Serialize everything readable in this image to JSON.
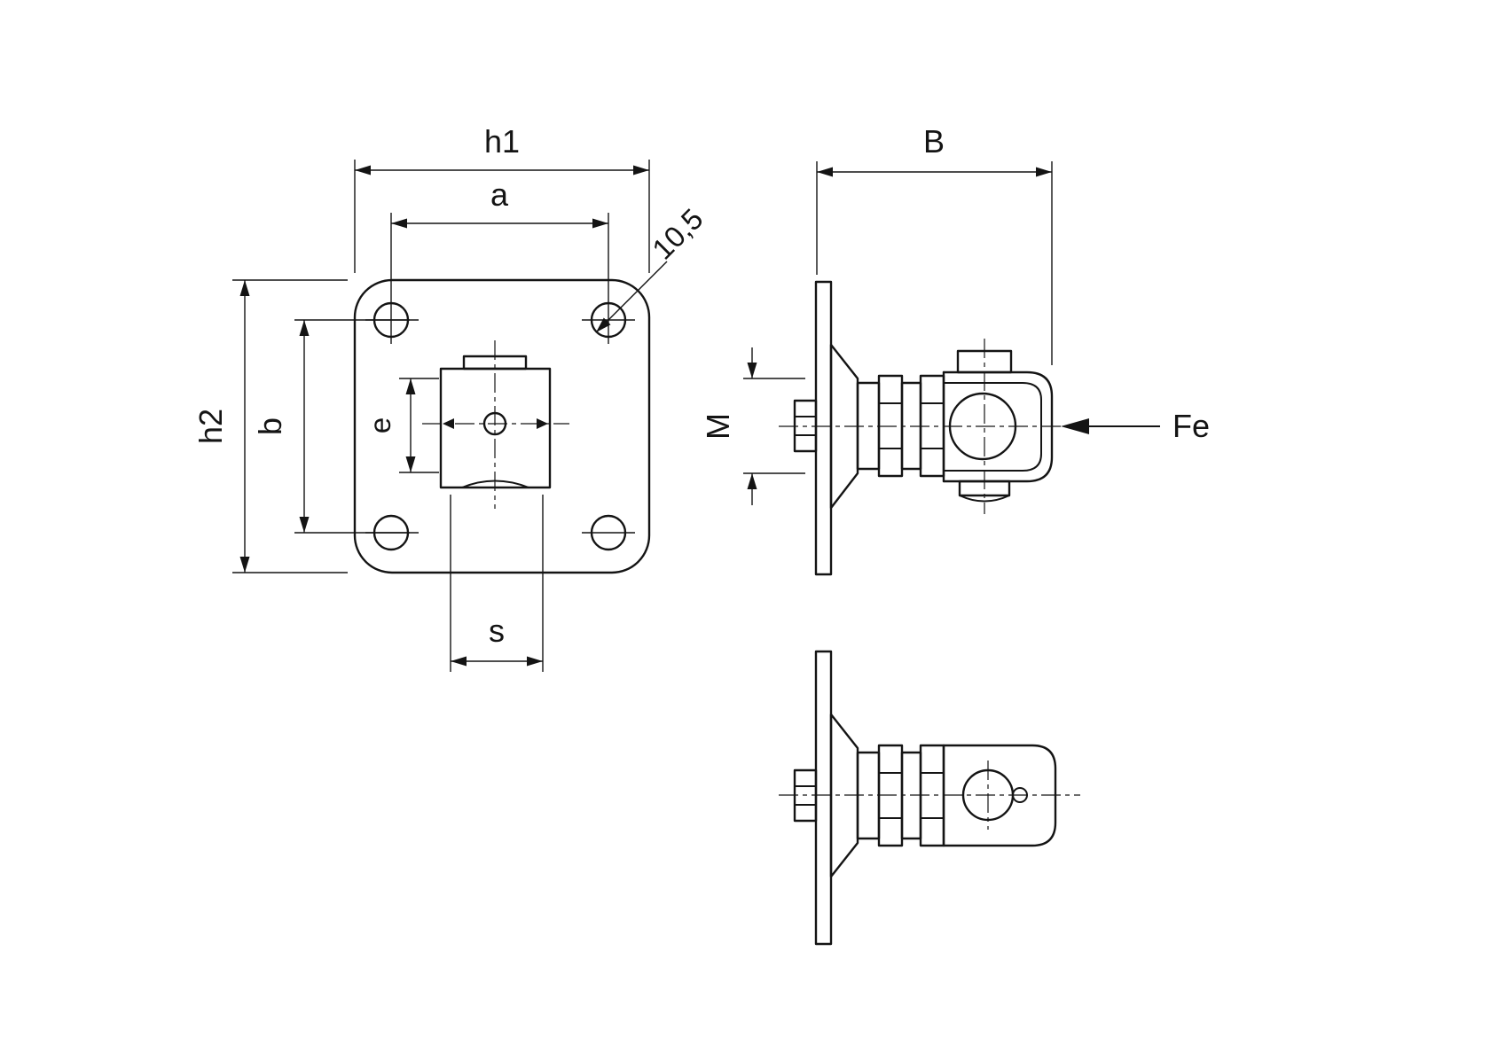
{
  "drawing": {
    "title": "gate-hinge-with-square-mounting-plate",
    "colors": {
      "line": "#141414",
      "background": "#ffffff"
    },
    "labels": {
      "h1": "h1",
      "a": "a",
      "hole_diameter": "10,5",
      "h2": "h2",
      "b": "b",
      "e": "e",
      "s": "s",
      "B": "B",
      "M": "M",
      "Fe": "Fe"
    }
  }
}
